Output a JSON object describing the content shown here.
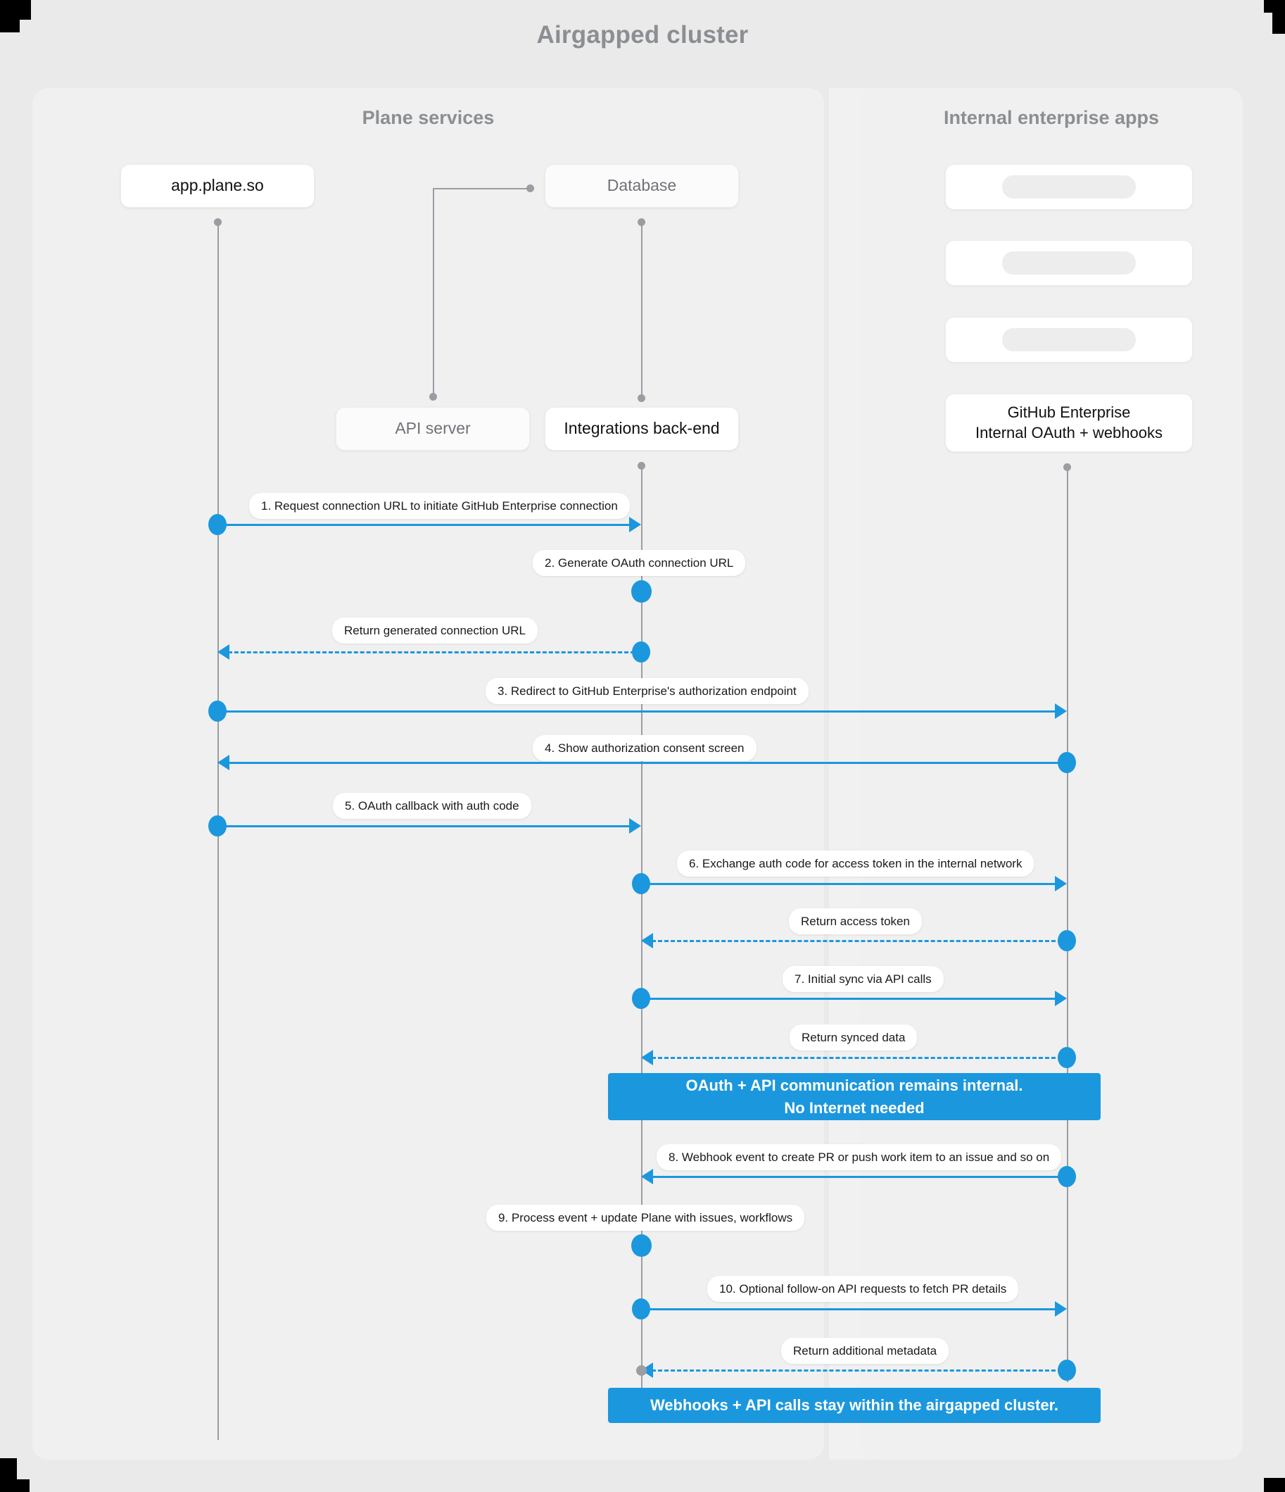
{
  "title": "Airgapped cluster",
  "panels": [
    {
      "id": "plane",
      "title": "Plane services"
    },
    {
      "id": "enterprise",
      "title": "Internal enterprise apps"
    }
  ],
  "participants": [
    {
      "id": "app",
      "label": "app.plane.so"
    },
    {
      "id": "database",
      "label": "Database"
    },
    {
      "id": "api",
      "label": "API server"
    },
    {
      "id": "integrations",
      "label": "Integrations back-end"
    },
    {
      "id": "ghe",
      "label": "GitHub Enterprise\nInternal OAuth + webhooks",
      "line1": "GitHub Enterprise",
      "line2": "Internal OAuth + webhooks"
    }
  ],
  "placeholder_cards": [
    {
      "id": "ph1"
    },
    {
      "id": "ph2"
    },
    {
      "id": "ph3"
    }
  ],
  "messages": [
    {
      "n": 1,
      "label": "1. Request connection URL to initiate GitHub Enterprise connection",
      "from": "app",
      "to": "integrations",
      "style": "solid"
    },
    {
      "n": 2,
      "label": "2. Generate OAuth connection URL",
      "from": "integrations",
      "to": "integrations",
      "style": "self"
    },
    {
      "n": 3,
      "label": "Return generated connection URL",
      "from": "integrations",
      "to": "app",
      "style": "dashed"
    },
    {
      "n": 4,
      "label": "3. Redirect to GitHub Enterprise's authorization endpoint",
      "from": "app",
      "to": "ghe",
      "style": "solid"
    },
    {
      "n": 5,
      "label": "4. Show authorization consent screen",
      "from": "ghe",
      "to": "app",
      "style": "solid"
    },
    {
      "n": 6,
      "label": "5. OAuth callback with auth code",
      "from": "app",
      "to": "integrations",
      "style": "solid"
    },
    {
      "n": 7,
      "label": "6. Exchange auth code for access token in the internal network",
      "from": "integrations",
      "to": "ghe",
      "style": "solid"
    },
    {
      "n": 8,
      "label": "Return access token",
      "from": "ghe",
      "to": "integrations",
      "style": "dashed"
    },
    {
      "n": 9,
      "label": "7. Initial sync via API calls",
      "from": "integrations",
      "to": "ghe",
      "style": "solid"
    },
    {
      "n": 10,
      "label": "Return synced data",
      "from": "ghe",
      "to": "integrations",
      "style": "dashed"
    },
    {
      "n": 11,
      "label": "8. Webhook event to create PR  or push work item to an issue  and so on",
      "from": "ghe",
      "to": "integrations",
      "style": "solid"
    },
    {
      "n": 12,
      "label": "9. Process event + update Plane with issues, workflows",
      "from": "integrations",
      "to": "integrations",
      "style": "self"
    },
    {
      "n": 13,
      "label": "10. Optional follow-on API requests to fetch PR details",
      "from": "integrations",
      "to": "ghe",
      "style": "solid"
    },
    {
      "n": 14,
      "label": "Return additional metadata",
      "from": "ghe",
      "to": "integrations",
      "style": "dashed"
    }
  ],
  "notes": [
    {
      "id": "note1",
      "line1": "OAuth + API communication remains internal.",
      "line2": "No Internet needed"
    },
    {
      "id": "note2",
      "line1": "Webhooks + API calls stay within the airgapped cluster.",
      "line2": ""
    }
  ],
  "colors": {
    "accent": "#1b97de",
    "page_bg": "#eaeaea",
    "panel_bg": "#f0f0f0",
    "lifeline": "#9a9da1",
    "title_text": "#8b8e92",
    "note_text": "#ffffff"
  }
}
